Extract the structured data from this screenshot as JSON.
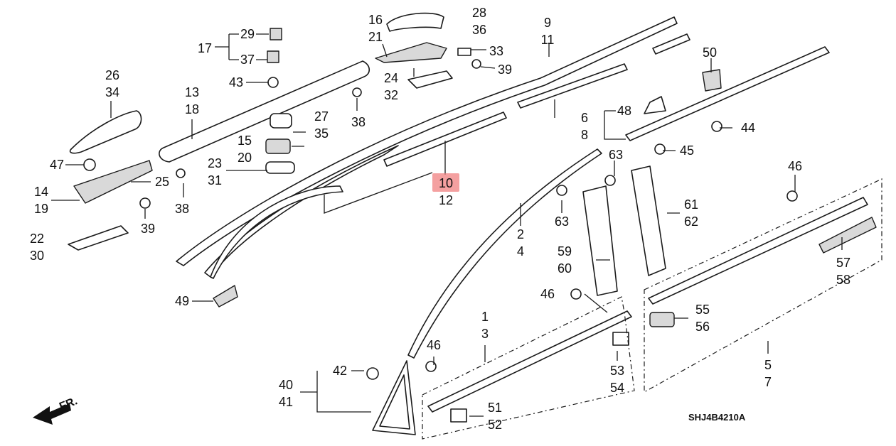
{
  "diagram": {
    "part_code": "SHJ4B4210A",
    "direction_label": "FR.",
    "highlight_color": "#f08080",
    "callouts": {
      "c1": "1",
      "c2": "2",
      "c3": "3",
      "c4": "4",
      "c5": "5",
      "c6": "6",
      "c7": "7",
      "c8": "8",
      "c9": "9",
      "c10": "10",
      "c11": "11",
      "c12": "12",
      "c13": "13",
      "c14": "14",
      "c15": "15",
      "c16": "16",
      "c17": "17",
      "c18": "18",
      "c19": "19",
      "c20": "20",
      "c21": "21",
      "c22": "22",
      "c23": "23",
      "c24": "24",
      "c25": "25",
      "c26": "26",
      "c27": "27",
      "c28": "28",
      "c29": "29",
      "c30": "30",
      "c31": "31",
      "c32": "32",
      "c33": "33",
      "c34": "34",
      "c35": "35",
      "c36": "36",
      "c37": "37",
      "c38": "38",
      "c39": "39",
      "c40": "40",
      "c41": "41",
      "c42": "42",
      "c43": "43",
      "c44": "44",
      "c45": "45",
      "c46": "46",
      "c47": "47",
      "c48": "48",
      "c49": "49",
      "c50": "50",
      "c51": "51",
      "c52": "52",
      "c53": "53",
      "c54": "54",
      "c55": "55",
      "c56": "56",
      "c57": "57",
      "c58": "58",
      "c59": "59",
      "c60": "60",
      "c61": "61",
      "c62": "62",
      "c63": "63"
    }
  }
}
